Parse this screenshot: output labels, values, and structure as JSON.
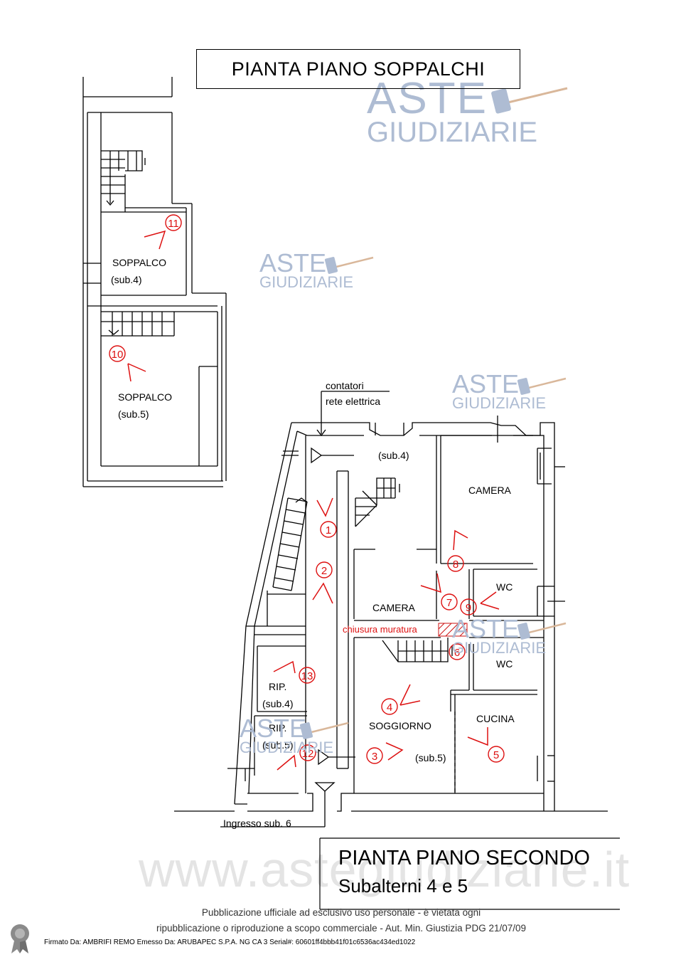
{
  "titles": {
    "mezzanine_plan": "PIANTA PIANO SOPPALCHI",
    "second_floor_plan": "PIANTA PIANO SECONDO",
    "subunits": "Subalterni 4 e 5"
  },
  "watermarks": {
    "aste": "ASTE",
    "giudiziarie": "GIUDIZIARIE",
    "site": "www.astegiudiziarie.it"
  },
  "labels": {
    "soppalco": "SOPPALCO",
    "sub4": "(sub.4)",
    "sub5": "(sub.5)",
    "contatori": "contatori",
    "rete_elettrica": "rete elettrica",
    "camera": "CAMERA",
    "wc": "WC",
    "chiusura_muratura": "chiusura muratura",
    "soggiorno": "SOGGIORNO",
    "cucina": "CUCINA",
    "rip": "RIP.",
    "ingresso": "Ingresso sub. 6"
  },
  "markers": {
    "m1": "1",
    "m2": "2",
    "m3": "3",
    "m4": "4",
    "m5": "5",
    "m6": "6",
    "m7": "7",
    "m8": "8",
    "m9": "9",
    "m10": "10",
    "m11": "11",
    "m12": "12",
    "m13": "13"
  },
  "footer": {
    "publication_line1": "Pubblicazione ufficiale ad esclusivo uso personale - è vietata ogni",
    "publication_line2": "ripubblicazione o riproduzione a scopo commerciale - Aut. Min. Giustizia PDG 21/07/09",
    "signature": "Firmato Da: AMBRIFI REMO Emesso Da: ARUBAPEC S.P.A. NG CA 3 Serial#: 60601ff4bbb41f01c6536ac434ed1022"
  },
  "colors": {
    "annotation": "#dd1111",
    "walls": "#000000",
    "watermark": "#aebcd3"
  }
}
